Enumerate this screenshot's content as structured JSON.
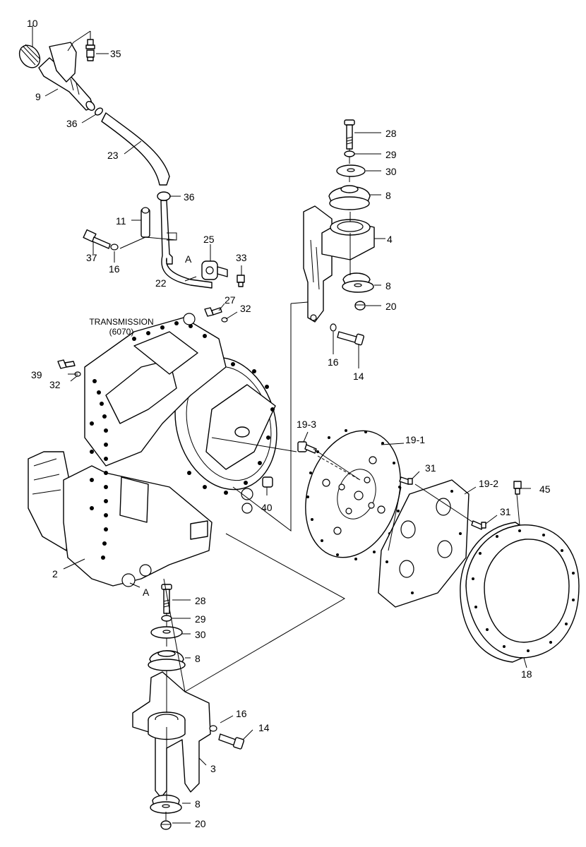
{
  "title_line1": "TRANSMISSION",
  "title_line2": "(6070)",
  "callouts": {
    "c10": "10",
    "c35": "35",
    "c9": "9",
    "c36a": "36",
    "c23": "23",
    "c36b": "36",
    "c11": "11",
    "c37": "37",
    "c16a": "16",
    "c25": "25",
    "c33": "33",
    "cA1": "A",
    "c22": "22",
    "c27": "27",
    "c32a": "32",
    "c39": "39",
    "c32b": "32",
    "c28a": "28",
    "c29a": "29",
    "c30a": "30",
    "c8a": "8",
    "c4": "4",
    "c8b": "8",
    "c20a": "20",
    "c16b": "16",
    "c14a": "14",
    "c19_3": "19-3",
    "c19_1": "19-1",
    "c31a": "31",
    "c19_2": "19-2",
    "c45": "45",
    "c31b": "31",
    "c40": "40",
    "c2": "2",
    "cA2": "A",
    "c28b": "28",
    "c29b": "29",
    "c30b": "30",
    "c8c": "8",
    "c16c": "16",
    "c14b": "14",
    "c3": "3",
    "c8d": "8",
    "c20b": "20",
    "c18": "18"
  }
}
